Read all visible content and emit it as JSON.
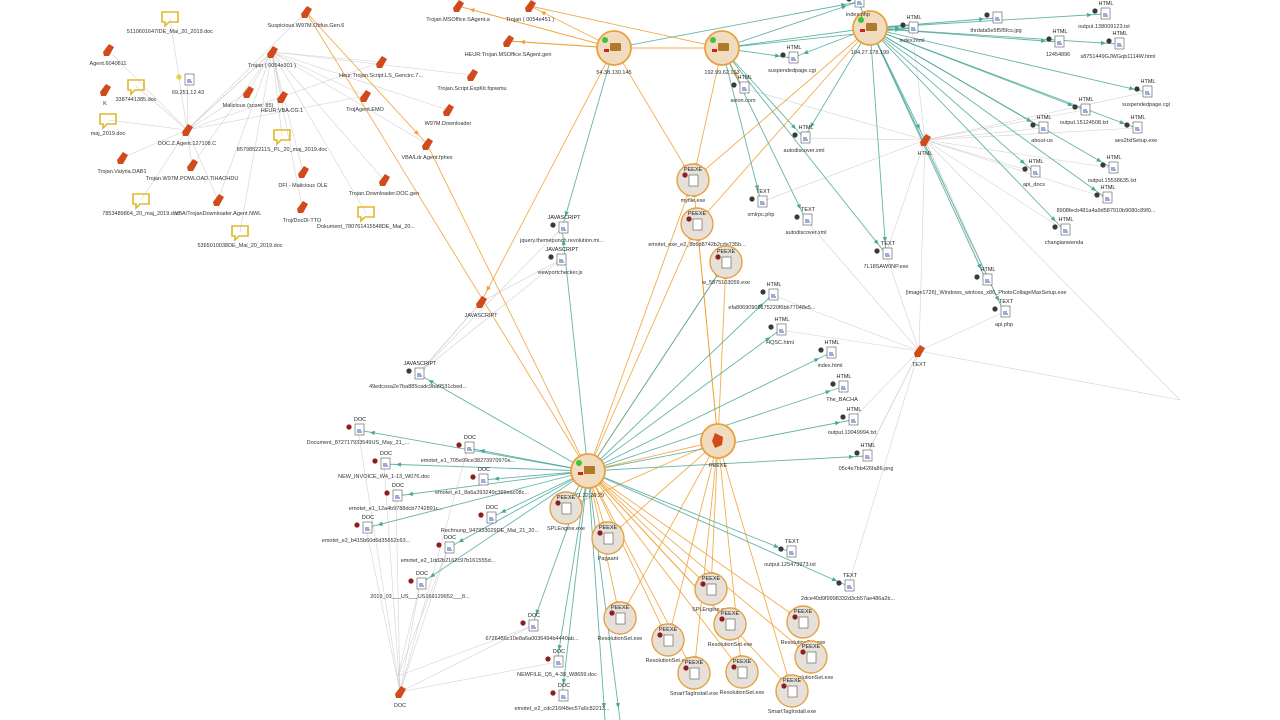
{
  "colors": {
    "edge_orange": "#f0a030",
    "edge_teal": "#4aa89a",
    "edge_gray": "#c8c8c8",
    "flag": "#d04a1c",
    "comment": "#e0b828",
    "hub_ring": "#e8a040",
    "hub_fill": "#f1dcc0",
    "file_blue": "#3b5ab0",
    "dot_dark": "#3a3a3a",
    "dot_red": "#8b1e1e",
    "dot_yellow": "#e8d040",
    "dot_green": "#3ec23e"
  },
  "hubs": [
    {
      "id": "h_54",
      "label": "54.38.130.145"
    },
    {
      "id": "h_192",
      "label": "192.99.62.163"
    },
    {
      "id": "h_104",
      "label": "104.27.178.199"
    },
    {
      "id": "h_171",
      "label": "171.22.26.29"
    },
    {
      "id": "h_peexe",
      "label": "PEEXE"
    }
  ],
  "flags": [
    {
      "id": "f_gen6",
      "label": "Suspicious.W97M.Obfus.Gen.6"
    },
    {
      "id": "f_agent",
      "label": "Trojan.MSOffice.SAgent.a"
    },
    {
      "id": "f_trj451",
      "label": "Trojan ( 0054e451 )"
    },
    {
      "id": "f_heur",
      "label": "HEUR:Trojan.MSOffice.SAgent.gen"
    },
    {
      "id": "f_trj301",
      "label": "Trojan ( 0054e301 )"
    },
    {
      "id": "f_generic",
      "label": "Heur:Trojan.Script.LS_Gencirc.7..."
    },
    {
      "id": "f_expkit",
      "label": "Trojan.Script.ExpKit.fqowmu"
    },
    {
      "id": "f_agent604",
      "label": "Agent.6040611"
    },
    {
      "id": "f_mal85",
      "label": "Malicious (score: 85)"
    },
    {
      "id": "f_vbacg",
      "label": "HEUR:VBA.CG.1"
    },
    {
      "id": "f_emo",
      "label": "TrojAgent.EMO"
    },
    {
      "id": "f_w97dl",
      "label": "W97M.Downloader"
    },
    {
      "id": "f_docz",
      "label": "DOC.Z.Agent.127108.C"
    },
    {
      "id": "f_vbaldr",
      "label": "VBA/Ldr.Agent.fphes"
    },
    {
      "id": "f_valyria",
      "label": "Trojan.Valyria.DAB1"
    },
    {
      "id": "f_powload",
      "label": "Trojan.W97M.POWLOAD.TIHAOHDU"
    },
    {
      "id": "f_dfi",
      "label": "DFI - Malicious OLE"
    },
    {
      "id": "f_dldoc",
      "label": "Trojan.Downloader.DOC.gen"
    },
    {
      "id": "f_vbadl",
      "label": "VBA/TrojanDownloader.Agent.NWL"
    },
    {
      "id": "f_trodoc",
      "label": "Troj/DocDl-TTO"
    },
    {
      "id": "f_js",
      "label": "JAVASCRIPT"
    },
    {
      "id": "f_html",
      "label": "HTML"
    },
    {
      "id": "f_text",
      "label": "TEXT"
    },
    {
      "id": "f_doc",
      "label": "DOC"
    },
    {
      "id": "f_k",
      "label": "K"
    }
  ],
  "comments": [
    {
      "id": "c_5110",
      "label": "5110601647IDE_Mai_20_2019.doc"
    },
    {
      "id": "c_3387",
      "label": "3387441385.doc"
    },
    {
      "id": "c_maj",
      "label": "maj_2019.doc"
    },
    {
      "id": "c_8579",
      "label": "8579852211S_PL_20_maj_2019.doc"
    },
    {
      "id": "c_7853",
      "label": "7853489864_20_maj_2019.doc"
    },
    {
      "id": "c_doc780",
      "label": "Dokument_780761415548DE_Mai_20..."
    },
    {
      "id": "c_5365",
      "label": "5365010038DE_Mai_20_2019.doc"
    }
  ],
  "files": [
    {
      "id": "n_69",
      "type": "",
      "label": "69.251.12.43"
    },
    {
      "id": "n_index_php",
      "type": "",
      "label": "index.php"
    },
    {
      "id": "n_indexhtml_top",
      "type": "HTML",
      "label": "index.html"
    },
    {
      "id": "n_thrdata",
      "type": "",
      "label": "thrdata5e5f5f5fcs.jpg"
    },
    {
      "id": "n_out138",
      "type": "HTML",
      "label": "output.138009123.txt"
    },
    {
      "id": "n_12454",
      "type": "HTML",
      "label": "12454896"
    },
    {
      "id": "n_s8751",
      "type": "HTML",
      "label": "s8751449GJWGqb1114W.html"
    },
    {
      "id": "n_susp_top",
      "type": "HTML",
      "label": "suspendedpage.cgi"
    },
    {
      "id": "n_suspended",
      "type": "HTML",
      "label": "suspendedpage.cgi"
    },
    {
      "id": "n_aviron",
      "type": "HTML",
      "label": "avion.com"
    },
    {
      "id": "n_out1512",
      "type": "HTML",
      "label": "output.15124508.txt"
    },
    {
      "id": "n_aes",
      "type": "HTML",
      "label": "aes2txtSetup.exe"
    },
    {
      "id": "n_autodisc",
      "type": "HTML",
      "label": "autodiscover.xml"
    },
    {
      "id": "n_aboutus",
      "type": "HTML",
      "label": "about-us"
    },
    {
      "id": "n_apidocs",
      "type": "HTML",
      "label": "api_docs"
    },
    {
      "id": "n_out1553",
      "type": "HTML",
      "label": "output.15538635.txt"
    },
    {
      "id": "n_8908",
      "type": "HTML",
      "label": "8908fecb481a4a9d587910b9080c89f0..."
    },
    {
      "id": "n_myfile",
      "type": "PEEXE",
      "label": "myfile.exe"
    },
    {
      "id": "n_xmlrpc",
      "type": "TEXT",
      "label": "xmlrpc.php"
    },
    {
      "id": "n_autodisc2",
      "type": "TEXT",
      "label": "autodiscover.xml"
    },
    {
      "id": "n_changian",
      "type": "HTML",
      "label": "changianwenda"
    },
    {
      "id": "n_jquery",
      "type": "JAVASCRIPT",
      "label": "jquery.themepunch.revolution.mi..."
    },
    {
      "id": "n_emotet_e2",
      "type": "PEEXE",
      "label": "emotet_exe_e2_8b6d8742b2cde735b..."
    },
    {
      "id": "n_7l18",
      "type": "TEXT",
      "label": "7L18SAW0NP.exe"
    },
    {
      "id": "n_image",
      "type": "HTML",
      "label": "{image1726}_Windows_wintoss_x86_PhotoCollageMaxSetup.exe"
    },
    {
      "id": "n_vpc",
      "type": "JAVASCRIPT",
      "label": "viewportchecker.js"
    },
    {
      "id": "n_5875",
      "type": "PEEXE",
      "label": "w_5875103059.exe"
    },
    {
      "id": "n_api",
      "type": "TEXT",
      "label": "api.php"
    },
    {
      "id": "n_efa",
      "type": "HTML",
      "label": "efa80690908175220f6bb77048e5..."
    },
    {
      "id": "n_hqsc",
      "type": "HTML",
      "label": "HQSC.html"
    },
    {
      "id": "n_indexhtml",
      "type": "HTML",
      "label": "index.html"
    },
    {
      "id": "n_49ed",
      "type": "JAVASCRIPT",
      "label": "49edcosa2e7ba885cadc9ba0531cbed..."
    },
    {
      "id": "n_bacha",
      "type": "HTML",
      "label": "The_BACHA"
    },
    {
      "id": "n_out1004",
      "type": "HTML",
      "label": "output.10049994.txt"
    },
    {
      "id": "n_doc872",
      "type": "DOC",
      "label": "Document_872717933549US_May_21_..."
    },
    {
      "id": "n_emo_e1_705",
      "type": "DOC",
      "label": "emotet_e1_705e99ce38273970970e..."
    },
    {
      "id": "n_05c4",
      "type": "HTML",
      "label": "05c4e7bb426fa86.png"
    },
    {
      "id": "n_newinv",
      "type": "DOC",
      "label": "NEW_INVOICE_W4_1-13_W076.doc"
    },
    {
      "id": "n_emo_e1_8a6",
      "type": "DOC",
      "label": "emotet_e1_8a6a393249c369eac08c..."
    },
    {
      "id": "n_splengine",
      "type": "PEEXE",
      "label": "SPLEngine.exe"
    },
    {
      "id": "n_emo_e1_12a",
      "type": "DOC",
      "label": "emotet_e1_12a4b9788dcb7742891c..."
    },
    {
      "id": "n_rechnung",
      "type": "DOC",
      "label": "Rechnung_947933029DE_Mai_21_20..."
    },
    {
      "id": "n_emo_e2_b415",
      "type": "DOC",
      "label": "emotet_e2_b415b60d6d35652c63..."
    },
    {
      "id": "n_pagaant",
      "type": "PEEXE",
      "label": "Pagaant"
    },
    {
      "id": "n_out125",
      "type": "TEXT",
      "label": "output.125473973.txt"
    },
    {
      "id": "n_emo_e2_1dd",
      "type": "DOC",
      "label": "emotet_e2_1dd2b2162c97b161555d..."
    },
    {
      "id": "n_2dce",
      "type": "TEXT",
      "label": "2dce40d9f9998332d3cb57ae486a2b..."
    },
    {
      "id": "n_2019",
      "type": "DOC",
      "label": "2019_03___US___US169129652___8..."
    },
    {
      "id": "n_splengine2",
      "type": "PEEXE",
      "label": "SPLEngine.exe"
    },
    {
      "id": "n_res1",
      "type": "PEEXE",
      "label": "ResolutionSet.exe"
    },
    {
      "id": "n_res2",
      "type": "PEEXE",
      "label": "ResolutionSet.exe"
    },
    {
      "id": "n_res3",
      "type": "PEEXE",
      "label": "ResolutionSet.exe"
    },
    {
      "id": "n_6726",
      "type": "DOC",
      "label": "6726456c10e8a6a0036494b4440ab..."
    },
    {
      "id": "n_res4",
      "type": "PEEXE",
      "label": "ResolutionSet.exe"
    },
    {
      "id": "n_res5",
      "type": "PEEXE",
      "label": "ResolutionSet.exe"
    },
    {
      "id": "n_res6",
      "type": "PEEXE",
      "label": "ResolutionSet.exe"
    },
    {
      "id": "n_newfile",
      "type": "DOC",
      "label": "NEWFILE_Q5_4-38_W8659.doc"
    },
    {
      "id": "n_smart1",
      "type": "PEEXE",
      "label": "SmartTagInstall.exe"
    },
    {
      "id": "n_smart2",
      "type": "PEEXE",
      "label": "SmartTagInstall.exe"
    },
    {
      "id": "n_emo_e2_cdc",
      "type": "DOC",
      "label": "emotet_e2_cdc216f48ec57a6c82213..."
    }
  ]
}
